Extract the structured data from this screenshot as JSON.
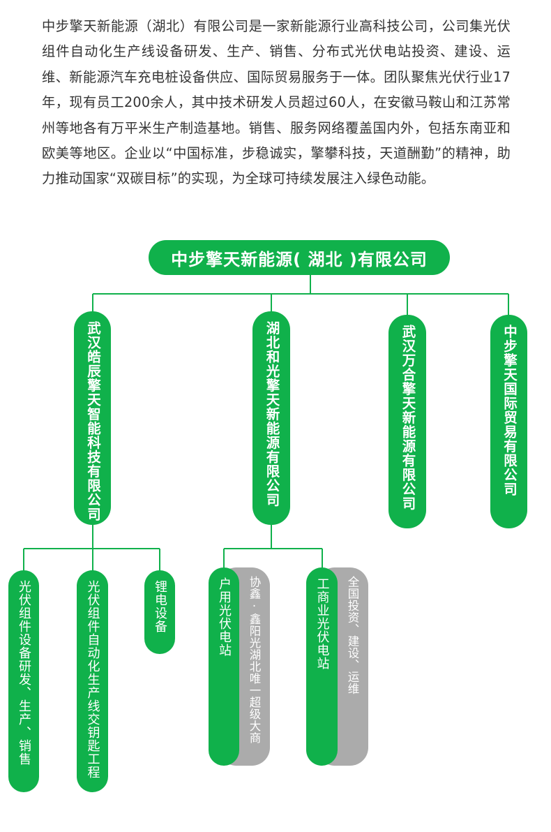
{
  "intro": "中步擎天新能源（湖北）有限公司是一家新能源行业高科技公司，公司集光伏组件自动化生产线设备研发、生产、销售、分布式光伏电站投资、建设、运维、新能源汽车充电桩设备供应、国际贸易服务于一体。团队聚焦光伏行业17年，现有员工200余人，其中技术研发人员超过60人，在安徽马鞍山和江苏常州等地各有万平米生产制造基地。销售、服务网络覆盖国内外，包括东南亚和欧美等地区。企业以“中国标准，步稳诚实，擎攀科技，天道酬勤”的精神，助力推动国家“双碳目标”的实现，为全球可持续发展注入绿色动能。",
  "root": "中步擎天新能源( 湖北 )有限公司",
  "subsidiaries": [
    "武汉皓辰擎天智能科技有限公司",
    "湖北和光擎天新能源有限公司",
    "武汉万合擎天新能源有限公司",
    "中步擎天国际贸易有限公司"
  ],
  "wuhan_business": [
    "光伏组件设备研发、生产、销售",
    "光伏组件自动化生产线交钥匙工程",
    "锂电设备"
  ],
  "hubei_business": [
    {
      "label": "户用光伏电站",
      "note": "协鑫·鑫阳光湖北唯一超级大商"
    },
    {
      "label": "工商业光伏电站",
      "note": "全国投资、建设、运维"
    }
  ],
  "colors": {
    "green": "#10b14b",
    "gray": "#ababab",
    "text": "#333333"
  }
}
